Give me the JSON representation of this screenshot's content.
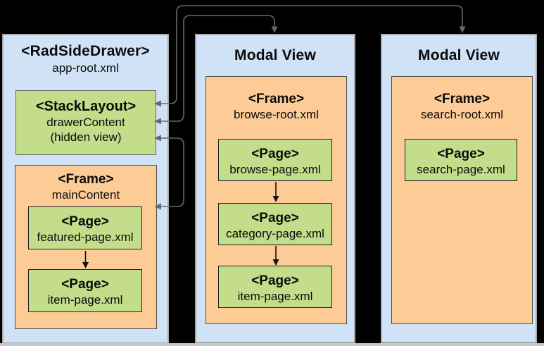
{
  "app_root": {
    "title": "<RadSideDrawer>",
    "filename": "app-root.xml",
    "drawer_content": {
      "title": "<StackLayout>",
      "name": "drawerContent",
      "note": "(hidden view)"
    },
    "main_content": {
      "title": "<Frame>",
      "name": "mainContent",
      "pages": [
        {
          "title": "<Page>",
          "filename": "featured-page.xml"
        },
        {
          "title": "<Page>",
          "filename": "item-page.xml"
        }
      ]
    }
  },
  "browse_modal": {
    "title": "Modal View",
    "frame": {
      "title": "<Frame>",
      "filename": "browse-root.xml",
      "pages": [
        {
          "title": "<Page>",
          "filename": "browse-page.xml"
        },
        {
          "title": "<Page>",
          "filename": "category-page.xml"
        },
        {
          "title": "<Page>",
          "filename": "item-page.xml"
        }
      ]
    }
  },
  "search_modal": {
    "title": "Modal View",
    "frame": {
      "title": "<Frame>",
      "filename": "search-root.xml",
      "pages": [
        {
          "title": "<Page>",
          "filename": "search-page.xml"
        }
      ]
    }
  },
  "colors": {
    "panel_fill": "#d0e2f5",
    "panel_border": "#a9a9a9",
    "frame_fill": "#fdcb96",
    "page_fill": "#c3dd8b",
    "connector_gray": "#686868",
    "nav_arrow_black": "#111111",
    "background": "#000000"
  }
}
